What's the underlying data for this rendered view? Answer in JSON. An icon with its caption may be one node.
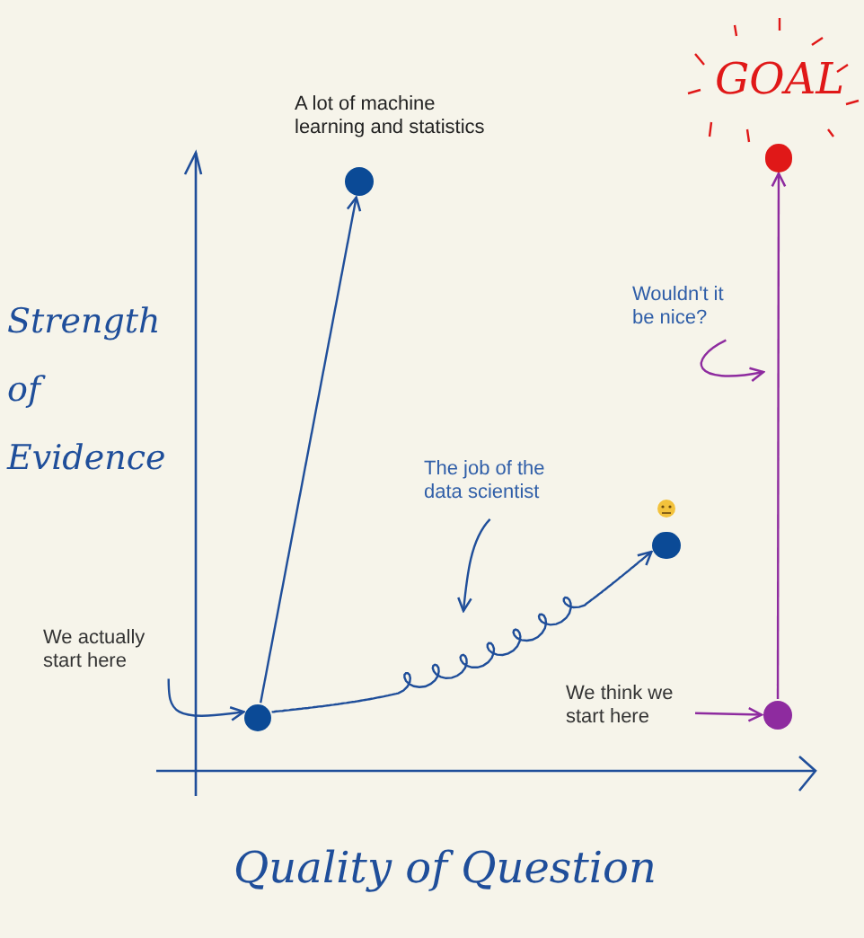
{
  "diagram": {
    "nodes": [
      {
        "text": [],
        "shape": "circle",
        "beside": [
          "A lot of machine learning and statistics"
        ]
      },
      {
        "text": [],
        "shape": "circle",
        "beside": [
          "GOAL"
        ]
      },
      {
        "text": [
          "Wouldn't it be nice?"
        ]
      },
      {
        "text": [
          "The job of the data scientist"
        ]
      },
      {
        "text": [],
        "shape": "circle"
      },
      {
        "text": [
          "We actually start here"
        ]
      },
      {
        "text": [],
        "shape": "circle"
      },
      {
        "text": [
          "We think we start here"
        ]
      },
      {
        "text": [],
        "shape": "circle"
      }
    ],
    "edges": [
      {
        "from": 6,
        "to": 0,
        "arrow": "to"
      },
      {
        "from": 6,
        "to": 4,
        "arrow": "to"
      },
      {
        "from": 8,
        "to": 1,
        "arrow": "to",
        "color": "#8e2b9f"
      },
      {
        "from": 5,
        "to": 6,
        "arrow": "to"
      },
      {
        "from": 7,
        "to": 8,
        "arrow": "to",
        "color": "#8e2b9f"
      },
      {
        "from": 3,
        "to": null,
        "arrow": "to"
      },
      {
        "from": 2,
        "to": null,
        "arrow": "to",
        "color": "#8e2b9f"
      }
    ],
    "labels": [
      "Strength of Evidence",
      "Quality of Question"
    ]
  }
}
